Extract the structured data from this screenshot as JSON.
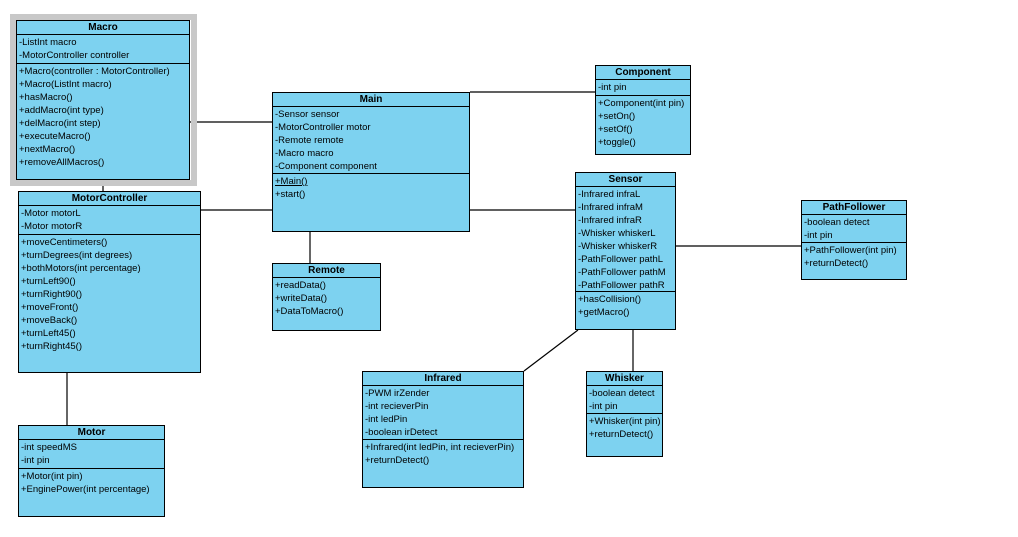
{
  "diagram": {
    "colors": {
      "box_fill": "#7dd2f0",
      "box_border": "#000000",
      "selection_frame": "#c8c8c8",
      "connector": "#000000",
      "background": "#ffffff"
    },
    "selected_class": "Macro",
    "classes": [
      {
        "id": "macro",
        "name": "Macro",
        "attributes": [
          "-ListInt macro",
          "-MotorController controller"
        ],
        "methods": [
          "+Macro(controller : MotorController)",
          "+Macro(ListInt macro)",
          "+hasMacro()",
          "+addMacro(int type)",
          "+delMacro(int step)",
          "+executeMacro()",
          "+nextMacro()",
          "+removeAllMacros()"
        ],
        "underlined_methods": []
      },
      {
        "id": "motorcontroller",
        "name": "MotorController",
        "attributes": [
          "-Motor motorL",
          "-Motor motorR"
        ],
        "methods": [
          "+moveCentimeters()",
          "+turnDegrees(int degrees)",
          "+bothMotors(int percentage)",
          "+turnLeft90()",
          "+turnRight90()",
          "+moveFront()",
          "+moveBack()",
          "+turnLeft45()",
          "+turnRight45()"
        ],
        "underlined_methods": []
      },
      {
        "id": "motor",
        "name": "Motor",
        "attributes": [
          "-int speedMS",
          "-int pin"
        ],
        "methods": [
          "+Motor(int pin)",
          "+EnginePower(int percentage)"
        ],
        "underlined_methods": []
      },
      {
        "id": "main",
        "name": "Main",
        "attributes": [
          "-Sensor sensor",
          "-MotorController motor",
          "-Remote remote",
          "-Macro macro",
          "-Component component"
        ],
        "methods": [
          "+Main()",
          "+start()"
        ],
        "underlined_methods": [
          "+Main()"
        ]
      },
      {
        "id": "remote",
        "name": "Remote",
        "attributes": [],
        "methods": [
          "+readData()",
          "+writeData()",
          "+DataToMacro()"
        ],
        "underlined_methods": []
      },
      {
        "id": "component",
        "name": "Component",
        "attributes": [
          "-int pin"
        ],
        "methods": [
          "+Component(int pin)",
          "+setOn()",
          "+setOf()",
          "+toggle()"
        ],
        "underlined_methods": []
      },
      {
        "id": "sensor",
        "name": "Sensor",
        "attributes": [
          "-Infrared infraL",
          "-Infrared infraM",
          "-Infrared infraR",
          "-Whisker whiskerL",
          "-Whisker whiskerR",
          "-PathFollower pathL",
          "-PathFollower pathM",
          "-PathFollower pathR"
        ],
        "methods": [
          "+hasCollision()",
          "+getMacro()"
        ],
        "underlined_methods": []
      },
      {
        "id": "pathfollower",
        "name": "PathFollower",
        "attributes": [
          "-boolean detect",
          "-int pin"
        ],
        "methods": [
          "+PathFollower(int pin)",
          "+returnDetect()"
        ],
        "underlined_methods": []
      },
      {
        "id": "infrared",
        "name": "Infrared",
        "attributes": [
          "-PWM irZender",
          "-int recieverPin",
          "-int ledPin",
          "-boolean irDetect"
        ],
        "methods": [
          "+Infrared(int ledPin, int recieverPin)",
          "+returnDetect()"
        ],
        "underlined_methods": []
      },
      {
        "id": "whisker",
        "name": "Whisker",
        "attributes": [
          "-boolean detect",
          "-int pin"
        ],
        "methods": [
          "+Whisker(int pin)",
          "+returnDetect()"
        ],
        "underlined_methods": []
      }
    ],
    "relationships": [
      {
        "from": "Macro",
        "to": "Main"
      },
      {
        "from": "Macro",
        "to": "MotorController"
      },
      {
        "from": "MotorController",
        "to": "Main"
      },
      {
        "from": "MotorController",
        "to": "Motor"
      },
      {
        "from": "Main",
        "to": "Component"
      },
      {
        "from": "Main",
        "to": "Remote"
      },
      {
        "from": "Main",
        "to": "Sensor"
      },
      {
        "from": "Sensor",
        "to": "PathFollower"
      },
      {
        "from": "Sensor",
        "to": "Infrared"
      },
      {
        "from": "Sensor",
        "to": "Whisker"
      }
    ]
  }
}
